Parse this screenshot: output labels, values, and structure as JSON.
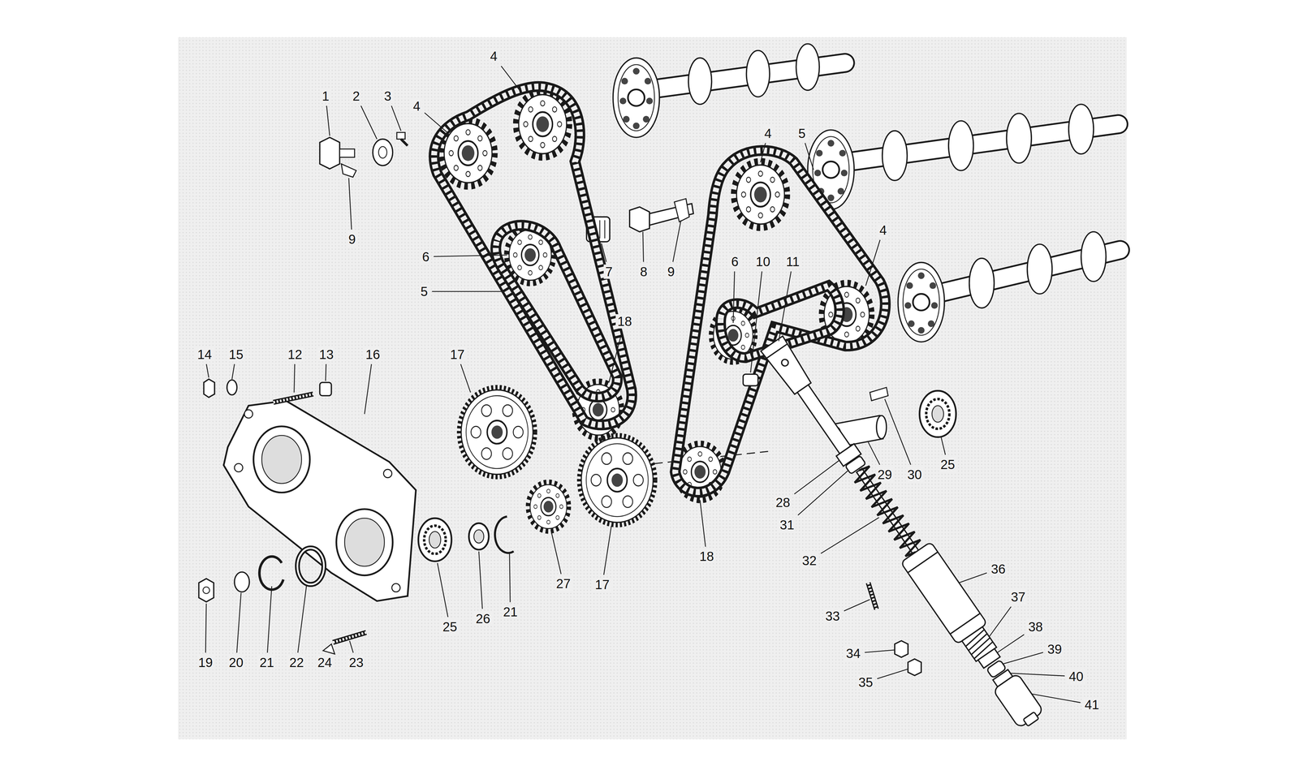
{
  "diagram": {
    "labels": [
      "1",
      "2",
      "3",
      "4",
      "4",
      "4",
      "5",
      "4",
      "9",
      "6",
      "7",
      "8",
      "9",
      "6",
      "10",
      "11",
      "5",
      "18",
      "14",
      "15",
      "12",
      "13",
      "16",
      "17",
      "29",
      "30",
      "25",
      "28",
      "31",
      "32",
      "36",
      "18",
      "33",
      "37",
      "38",
      "39",
      "40",
      "41",
      "34",
      "35",
      "25",
      "26",
      "21",
      "27",
      "17",
      "19",
      "20",
      "21",
      "22",
      "24",
      "23"
    ]
  }
}
